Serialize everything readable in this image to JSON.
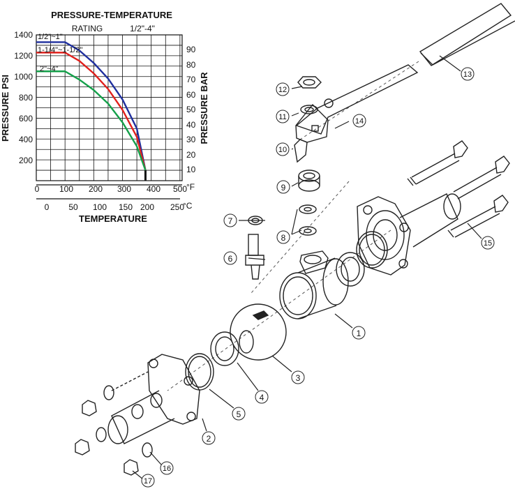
{
  "chart": {
    "title_line1": "PRESSURE-TEMPERATURE",
    "title_rating": "RATING",
    "title_range": "1/2\"-4\"",
    "y_left_label": "PRESSURE PSI",
    "y_right_label": "PRESSURE BAR",
    "x_label": "TEMPERATURE",
    "x_unit_f": "°F",
    "x_unit_c": "°C",
    "psi_ticks": [
      "1400",
      "1200",
      "1000",
      "800",
      "600",
      "400",
      "200"
    ],
    "bar_ticks": [
      "90",
      "80",
      "70",
      "60",
      "50",
      "40",
      "30",
      "20",
      "10"
    ],
    "f_ticks": [
      "0",
      "100",
      "200",
      "300",
      "400",
      "500"
    ],
    "c_ticks": [
      "0",
      "50",
      "100",
      "150",
      "200",
      "250"
    ],
    "series_labels": [
      "1/2\"~1\"",
      "1-1/4\"~1-1/2\"",
      "2\"~4\""
    ],
    "colors": {
      "blue": "#1f2f9e",
      "red": "#e0201c",
      "green": "#14a04a"
    }
  },
  "chart_data": {
    "type": "line",
    "title": "PRESSURE-TEMPERATURE RATING 1/2\"-4\"",
    "xlabel": "TEMPERATURE",
    "ylabel": "PRESSURE PSI",
    "xlim": [
      0,
      500
    ],
    "ylim": [
      0,
      1400
    ],
    "grid": true,
    "series": [
      {
        "name": "1/2\"~1\"",
        "x": [
          0,
          100,
          150,
          200,
          250,
          300,
          350,
          380
        ],
        "y": [
          1330,
          1330,
          1250,
          1130,
          980,
          780,
          500,
          100
        ]
      },
      {
        "name": "1-1/4\"~1-1/2\"",
        "x": [
          0,
          100,
          150,
          200,
          250,
          300,
          350,
          380
        ],
        "y": [
          1230,
          1230,
          1150,
          1030,
          880,
          680,
          420,
          100
        ]
      },
      {
        "name": "2\"~4\"",
        "x": [
          0,
          100,
          150,
          200,
          250,
          300,
          350,
          380
        ],
        "y": [
          1050,
          1050,
          970,
          870,
          740,
          560,
          330,
          100
        ]
      }
    ]
  },
  "callouts": [
    "1",
    "2",
    "3",
    "4",
    "5",
    "6",
    "7",
    "8",
    "9",
    "10",
    "11",
    "12",
    "13",
    "14",
    "15",
    "16",
    "17"
  ]
}
